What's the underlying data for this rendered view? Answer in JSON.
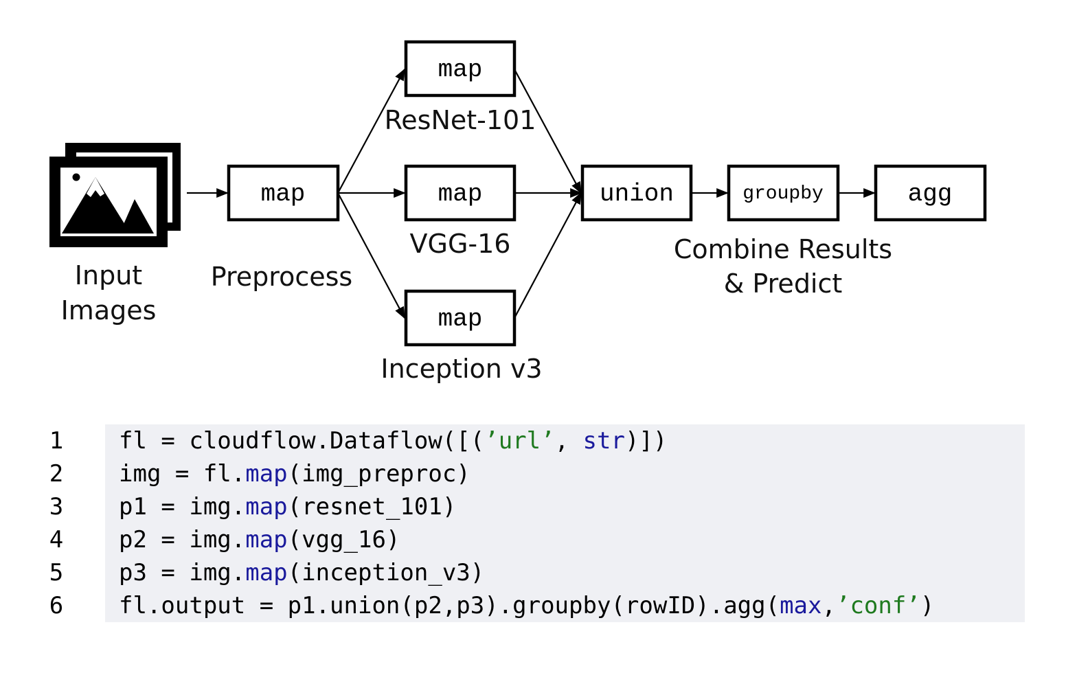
{
  "diagram": {
    "nodes": {
      "input_label_line1": "Input",
      "input_label_line2": "Images",
      "preprocess_box": "map",
      "preprocess_label": "Preprocess",
      "resnet_box": "map",
      "resnet_label": "ResNet-101",
      "vgg_box": "map",
      "vgg_label": "VGG-16",
      "inception_box": "map",
      "inception_label": "Inception v3",
      "union_box": "union",
      "groupby_box": "groupby",
      "agg_box": "agg",
      "combine_label_line1": "Combine Results",
      "combine_label_line2": "& Predict"
    },
    "icons": {
      "input": "image-stack-icon"
    }
  },
  "code": {
    "lines": [
      {
        "number": "1",
        "segments": [
          {
            "text": "fl = cloudflow.Dataflow([(",
            "kind": "plain"
          },
          {
            "text": "’url’",
            "kind": "str"
          },
          {
            "text": ", ",
            "kind": "plain"
          },
          {
            "text": "str",
            "kind": "kw"
          },
          {
            "text": ")])",
            "kind": "plain"
          }
        ]
      },
      {
        "number": "2",
        "segments": [
          {
            "text": "img = fl.",
            "kind": "plain"
          },
          {
            "text": "map",
            "kind": "kw"
          },
          {
            "text": "(img_preproc)",
            "kind": "plain"
          }
        ]
      },
      {
        "number": "3",
        "segments": [
          {
            "text": "p1 = img.",
            "kind": "plain"
          },
          {
            "text": "map",
            "kind": "kw"
          },
          {
            "text": "(resnet_101)",
            "kind": "plain"
          }
        ]
      },
      {
        "number": "4",
        "segments": [
          {
            "text": "p2 = img.",
            "kind": "plain"
          },
          {
            "text": "map",
            "kind": "kw"
          },
          {
            "text": "(vgg_16)",
            "kind": "plain"
          }
        ]
      },
      {
        "number": "5",
        "segments": [
          {
            "text": "p3 = img.",
            "kind": "plain"
          },
          {
            "text": "map",
            "kind": "kw"
          },
          {
            "text": "(inception_v3)",
            "kind": "plain"
          }
        ]
      },
      {
        "number": "6",
        "segments": [
          {
            "text": "fl.output = p1.union(p2,p3).groupby(rowID).agg(",
            "kind": "plain"
          },
          {
            "text": "max",
            "kind": "kw"
          },
          {
            "text": ",",
            "kind": "plain"
          },
          {
            "text": "’conf’",
            "kind": "str"
          },
          {
            "text": ")",
            "kind": "plain"
          }
        ]
      }
    ],
    "colors": {
      "background": "#eff0f4",
      "keyword": "#1a1a9c",
      "string": "#1f7a1f"
    }
  }
}
